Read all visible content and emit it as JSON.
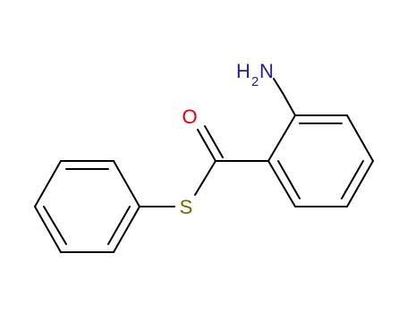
{
  "molecule": {
    "atoms": {
      "oxygen": {
        "symbol": "O",
        "color": "#e0000b"
      },
      "sulfur": {
        "symbol": "S",
        "color": "#6b6b00"
      },
      "amine": {
        "symbol_h": "H",
        "subscript": "2",
        "symbol_n": "N",
        "color": "#2a1f8f"
      }
    },
    "bond_color": "#000000",
    "background": "#ffffff"
  }
}
